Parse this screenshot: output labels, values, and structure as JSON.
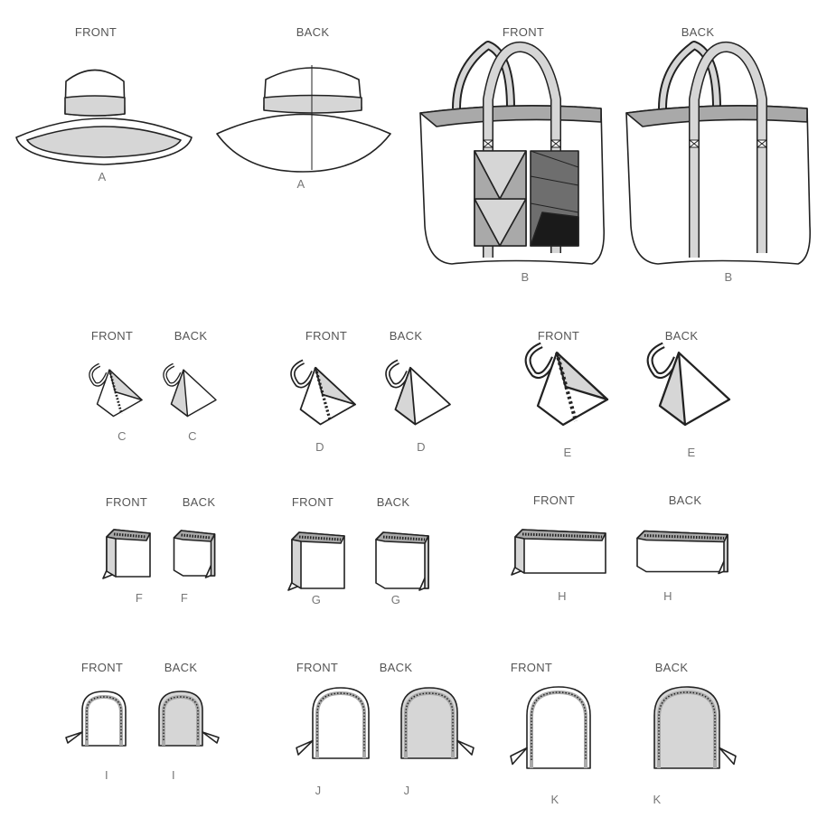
{
  "views": {
    "front": "FRONT",
    "back": "BACK"
  },
  "variations": [
    {
      "id": "A",
      "item": "hat"
    },
    {
      "id": "B",
      "item": "tote"
    },
    {
      "id": "C",
      "item": "pyramid-pouch-small"
    },
    {
      "id": "D",
      "item": "pyramid-pouch-medium"
    },
    {
      "id": "E",
      "item": "pyramid-pouch-large"
    },
    {
      "id": "F",
      "item": "box-pouch-small"
    },
    {
      "id": "G",
      "item": "box-pouch-medium"
    },
    {
      "id": "H",
      "item": "box-pouch-long"
    },
    {
      "id": "I",
      "item": "dome-pouch-small"
    },
    {
      "id": "J",
      "item": "dome-pouch-medium"
    },
    {
      "id": "K",
      "item": "dome-pouch-large"
    }
  ],
  "colors": {
    "line": "#222222",
    "lightFill": "#d6d6d6",
    "midFill": "#a9a9a9",
    "darkFill": "#6e6e6e",
    "black": "#1a1a1a"
  }
}
